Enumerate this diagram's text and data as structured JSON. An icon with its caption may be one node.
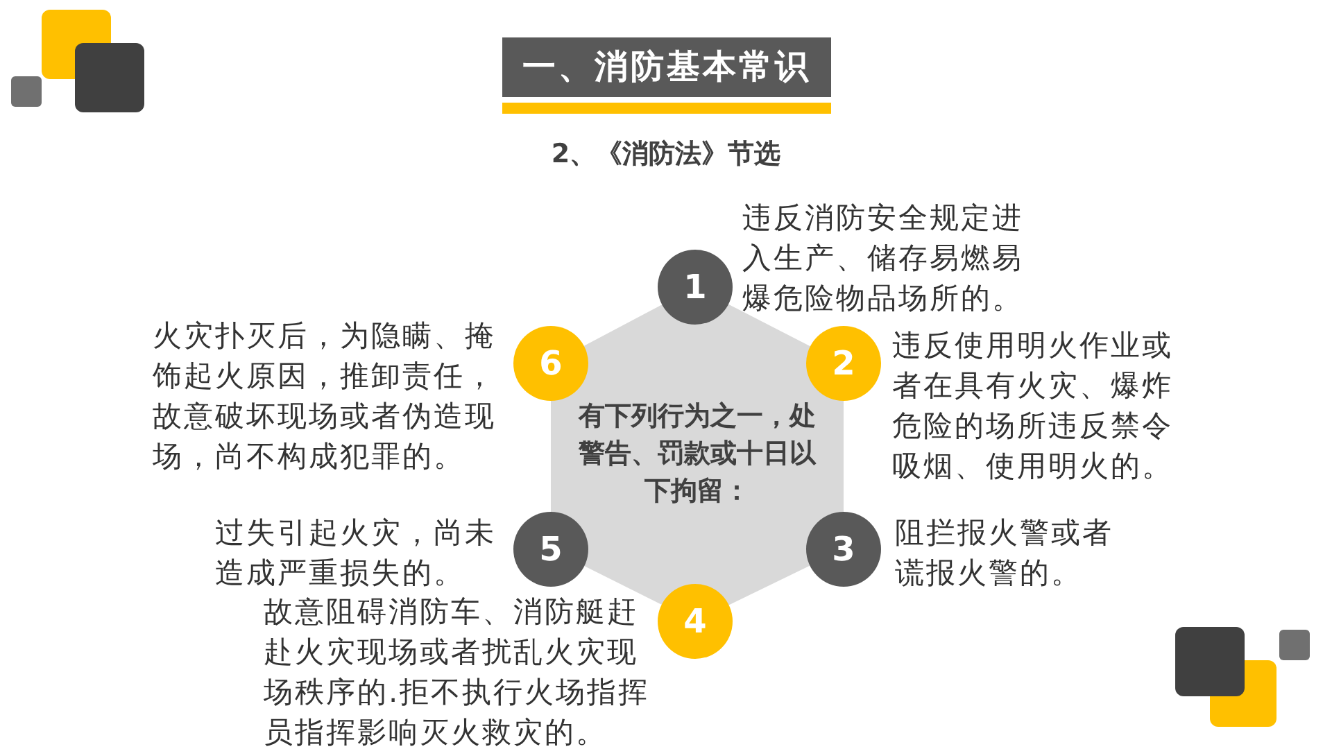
{
  "diagram": {
    "title": "一、消防基本常识",
    "nodes": [
      {
        "text": [
          "有下列行为之一，处警告、罚款或十日以下拘留："
        ]
      },
      {
        "text": [
          "1"
        ],
        "beside": [
          "违反消防安全规定进入生产、储存易燃易爆危险物品场所的。"
        ]
      },
      {
        "text": [
          "2"
        ],
        "beside": [
          "违反使用明火作业或者在具有火灾、爆炸危险的场所违反禁令吸烟、使用明火的。"
        ]
      },
      {
        "text": [
          "3"
        ],
        "beside": [
          "阻拦报火警或者谎报火警的。"
        ]
      },
      {
        "text": [
          "4"
        ],
        "beside": [
          "故意阻碍消防车、消防艇赶赴火灾现场或者扰乱火灾现场秩序的.拒不执行火场指挥员指挥影响灭火救灾的。"
        ]
      },
      {
        "text": [
          "5"
        ],
        "beside": [
          "过失引起火灾，尚未造成严重损失的。"
        ]
      },
      {
        "text": [
          "6"
        ],
        "beside": [
          "火灾扑灭后，为隐瞒、掩饰起火原因，推卸责任，故意破坏现场或者伪造现场，尚不构成犯罪的。"
        ]
      }
    ],
    "labels": [
      "2、《消防法》节选"
    ]
  }
}
